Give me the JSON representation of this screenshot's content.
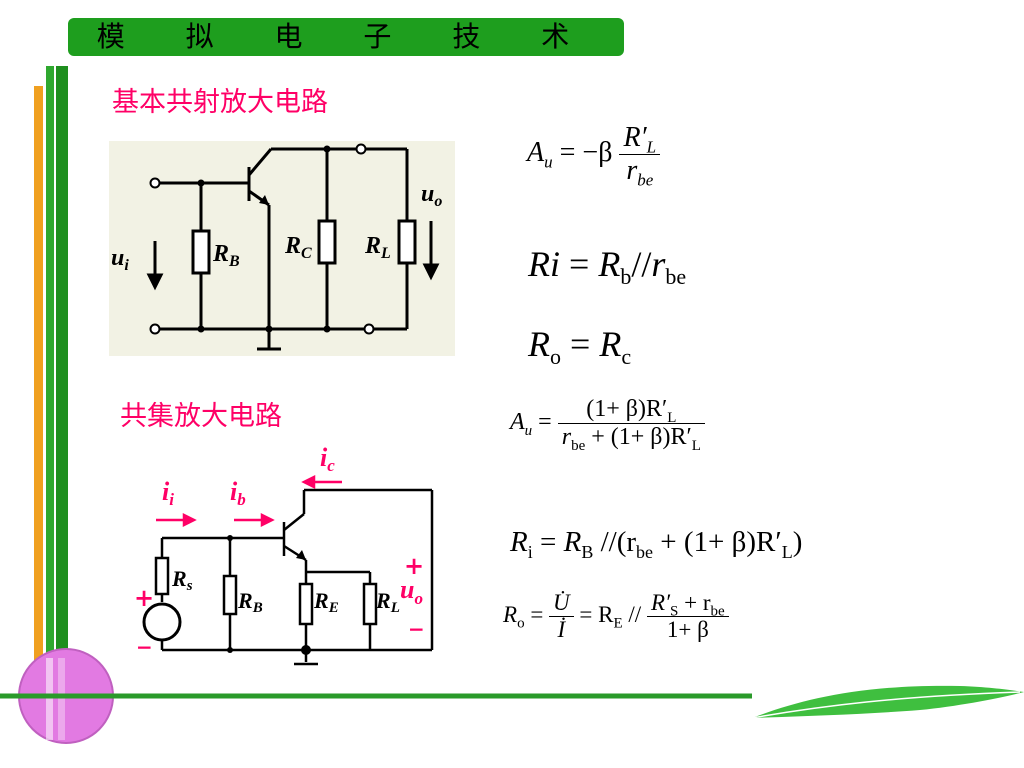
{
  "header": {
    "title": "模 拟 电 子 技 术"
  },
  "sections": {
    "ce": {
      "title": "基本共射放大电路"
    },
    "cc": {
      "title": "共集放大电路"
    }
  },
  "ce_circuit": {
    "ui": "u",
    "ui_sub": "i",
    "uo": "u",
    "uo_sub": "o",
    "rb": "R",
    "rb_sub": "B",
    "rc": "R",
    "rc_sub": "C",
    "rl": "R",
    "rl_sub": "L"
  },
  "cc_circuit": {
    "ic": "i",
    "ic_sub": "c",
    "ii": "i",
    "ii_sub": "i",
    "ib": "i",
    "ib_sub": "b",
    "rs": "R",
    "rs_sub": "s",
    "rb": "R",
    "rb_sub": "B",
    "re": "R",
    "re_sub": "E",
    "rl": "R",
    "rl_sub": "L",
    "uo": "u",
    "uo_sub": "o",
    "plus": "+",
    "minus": "−"
  },
  "formulas": {
    "ce_au": {
      "lhs": "A",
      "lhs_sub": "u",
      "eq": "= −β",
      "num": "R′",
      "num_sub": "L",
      "den": "r",
      "den_sub": "be"
    },
    "ce_ri": {
      "lhs": "Ri",
      "eq": "=",
      "rhs1": "R",
      "rhs1_sub": "b",
      "sep": "//",
      "rhs2": "r",
      "rhs2_sub": "be"
    },
    "ce_ro": {
      "lhs": "R",
      "lhs_sub": "o",
      "eq": "=",
      "rhs": "R",
      "rhs_sub": "c"
    },
    "cc_au": {
      "lhs": "A",
      "lhs_sub": "u",
      "eq": "=",
      "num": "(1+ β)R′",
      "num_sub": "L",
      "den1": "r",
      "den1_sub": "be",
      "den2": "+ (1+ β)R′",
      "den2_sub": "L"
    },
    "cc_ri": {
      "lhs": "R",
      "lhs_sub": "i",
      "eq": "=",
      "rhs1": "R",
      "rhs1_sub": "B",
      "mid": " //(r",
      "mid_sub": "be",
      "rest": " + (1+ β)R′",
      "rest_sub": "L",
      "close": ")"
    },
    "cc_ro": {
      "lhs": "R",
      "lhs_sub": "o",
      "eq1": "=",
      "num1": "U̇",
      "den1": "İ",
      "eq2": "= R",
      "eq2_sub": "E",
      "sep": " //",
      "num2": "R′",
      "num2_sub": "S",
      "num2_rest": " + r",
      "num2_rest_sub": "be",
      "den2": "1+ β"
    }
  }
}
